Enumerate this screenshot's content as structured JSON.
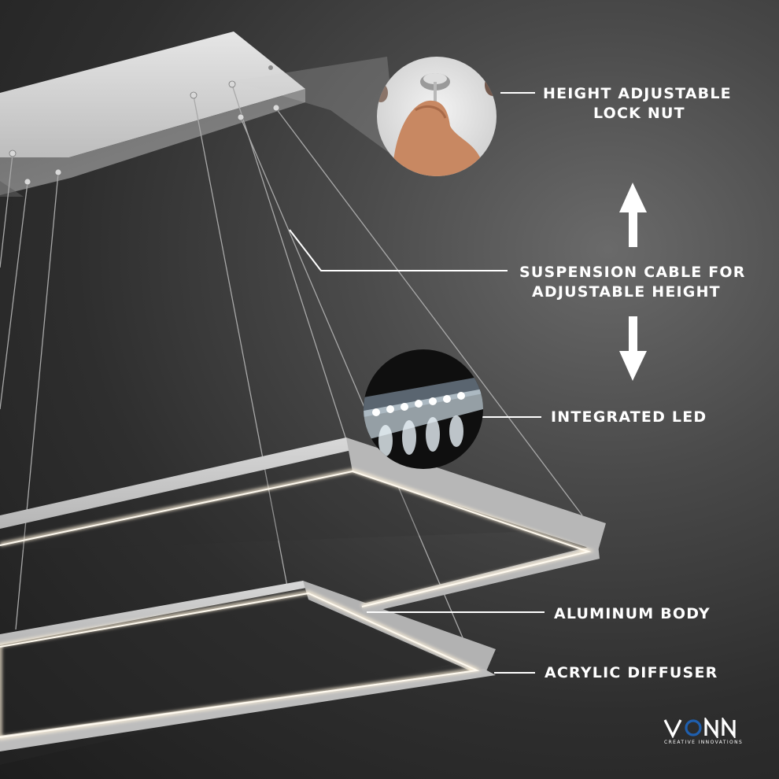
{
  "callouts": {
    "lock_nut": {
      "line1": "HEIGHT ADJUSTABLE",
      "line2": "LOCK NUT"
    },
    "cable": {
      "line1": "SUSPENSION CABLE FOR",
      "line2": "ADJUSTABLE HEIGHT"
    },
    "led": "INTEGRATED LED",
    "aluminum": "ALUMINUM BODY",
    "diffuser": "ACRYLIC DIFFUSER"
  },
  "brand": {
    "tagline": "CREATIVE INNOVATIONS",
    "logo_text": "VONN",
    "accent_color": "#1f5fae"
  },
  "colors": {
    "text": "#ffffff",
    "frame": "#c9c9c9",
    "glow": "#fff3dc"
  }
}
